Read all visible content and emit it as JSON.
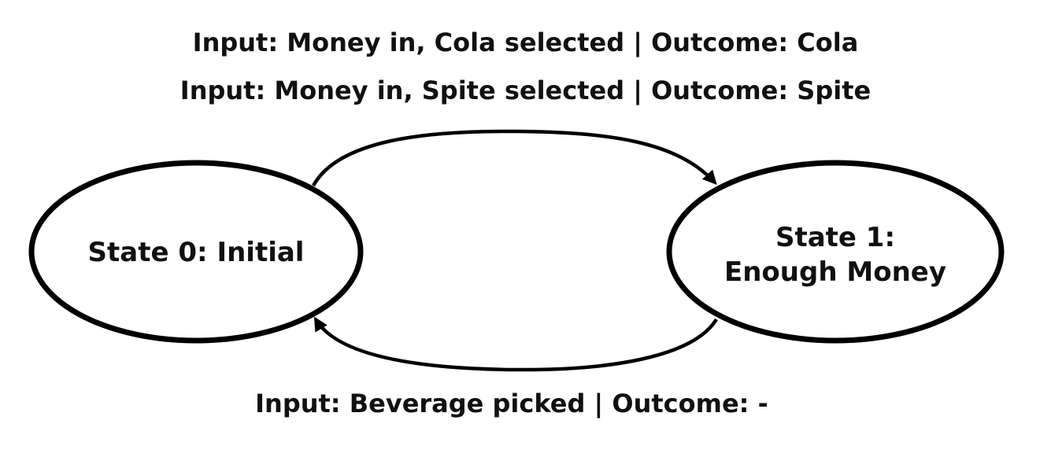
{
  "transitions": {
    "top_1": "Input: Money in, Cola selected | Outcome: Cola",
    "top_2": "Input: Money in, Spite selected | Outcome: Spite",
    "bottom": "Input: Beverage picked | Outcome: -"
  },
  "states": {
    "state0": "State 0: Initial",
    "state1_line1": "State 1:",
    "state1_line2": "Enough Money"
  },
  "colors": {
    "stroke": "#000000",
    "background": "#ffffff",
    "text": "#111111"
  }
}
